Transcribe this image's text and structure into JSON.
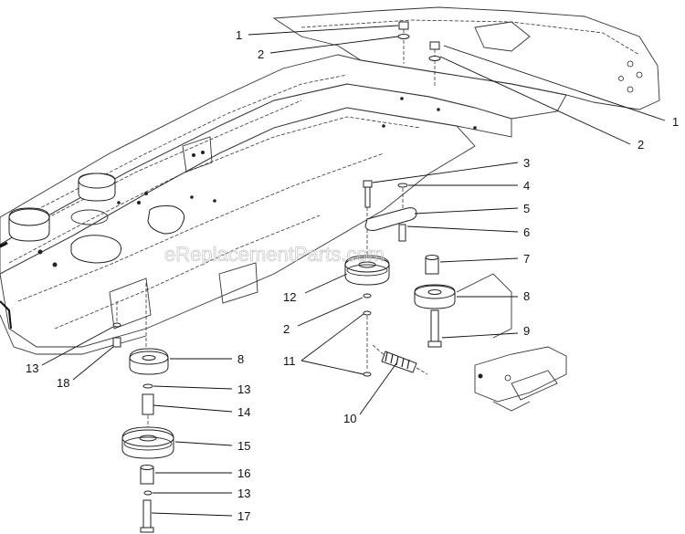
{
  "watermark": "eReplacementParts.com",
  "callouts": [
    {
      "id": "c1a",
      "label": "1"
    },
    {
      "id": "c2a",
      "label": "2"
    },
    {
      "id": "c1b",
      "label": "1"
    },
    {
      "id": "c2b",
      "label": "2"
    },
    {
      "id": "c3",
      "label": "3"
    },
    {
      "id": "c4",
      "label": "4"
    },
    {
      "id": "c5",
      "label": "5"
    },
    {
      "id": "c6",
      "label": "6"
    },
    {
      "id": "c7",
      "label": "7"
    },
    {
      "id": "c8a",
      "label": "8"
    },
    {
      "id": "c12",
      "label": "12"
    },
    {
      "id": "c2c",
      "label": "2"
    },
    {
      "id": "c9",
      "label": "9"
    },
    {
      "id": "c11",
      "label": "11"
    },
    {
      "id": "c13a",
      "label": "13"
    },
    {
      "id": "c18",
      "label": "18"
    },
    {
      "id": "c8b",
      "label": "8"
    },
    {
      "id": "c13b",
      "label": "13"
    },
    {
      "id": "c14",
      "label": "14"
    },
    {
      "id": "c10",
      "label": "10"
    },
    {
      "id": "c15",
      "label": "15"
    },
    {
      "id": "c16",
      "label": "16"
    },
    {
      "id": "c13c",
      "label": "13"
    },
    {
      "id": "c17",
      "label": "17"
    }
  ]
}
